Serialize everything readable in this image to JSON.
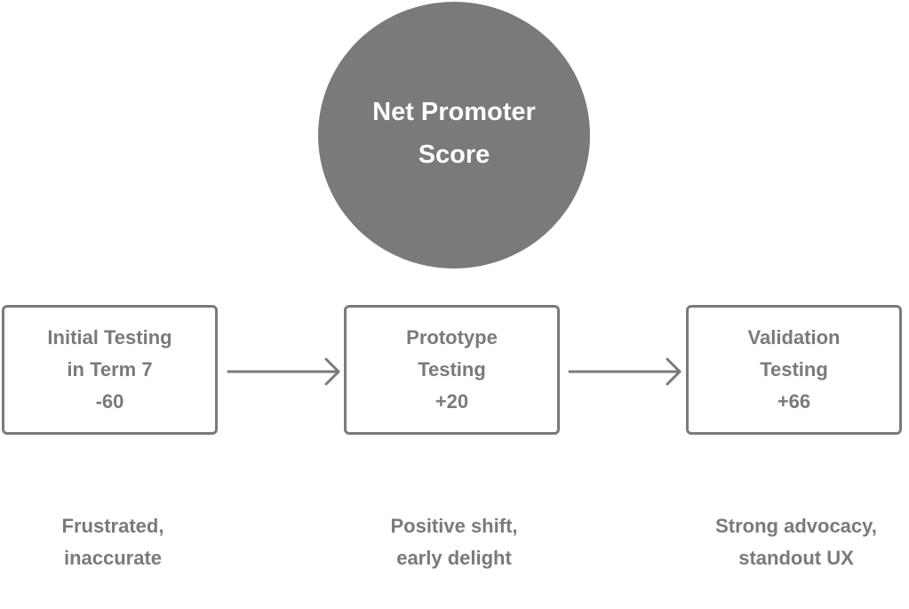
{
  "center": {
    "title_line1": "Net Promoter",
    "title_line2": "Score"
  },
  "stages": [
    {
      "label_line1": "Initial Testing",
      "label_line2": "in Term 7",
      "score": "-60",
      "caption_line1": "Frustrated,",
      "caption_line2": "inaccurate"
    },
    {
      "label_line1": "Prototype",
      "label_line2": "Testing",
      "score": "+20",
      "caption_line1": "Positive shift,",
      "caption_line2": "early delight"
    },
    {
      "label_line1": "Validation",
      "label_line2": "Testing",
      "score": "+66",
      "caption_line1": "Strong advocacy,",
      "caption_line2": "standout UX"
    }
  ],
  "colors": {
    "primary_gray": "#7a7a7a",
    "background": "#ffffff",
    "circle_text": "#ffffff"
  }
}
